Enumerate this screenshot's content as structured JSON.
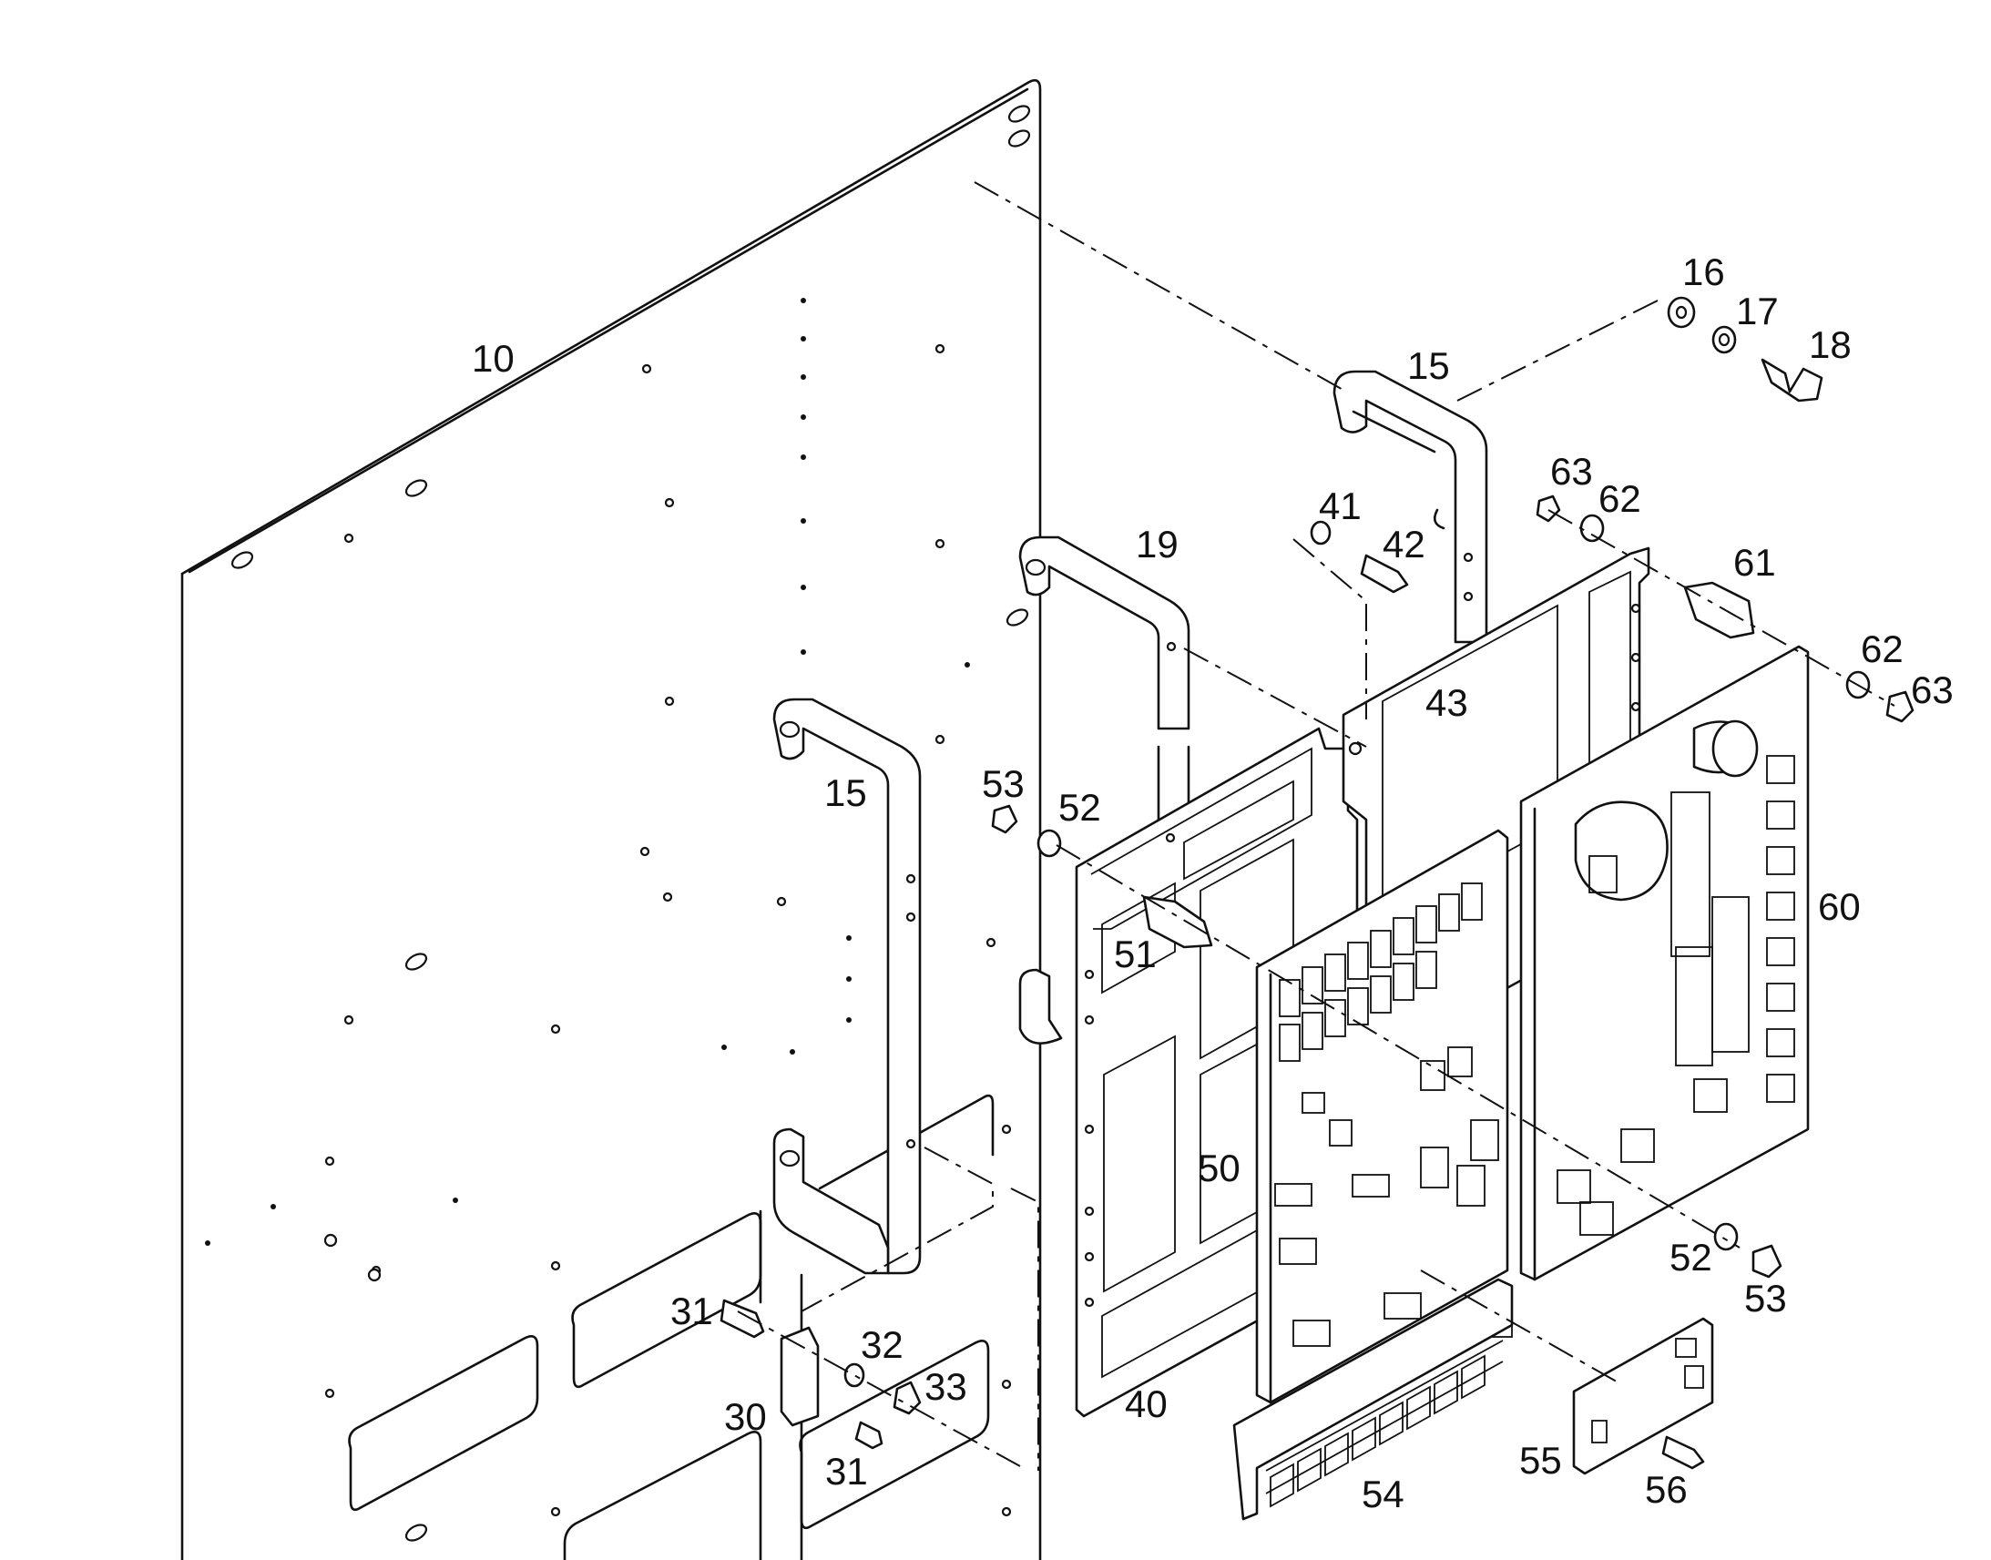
{
  "callouts": {
    "c10": "10",
    "c15a": "15",
    "c15b": "15",
    "c16": "16",
    "c17": "17",
    "c18": "18",
    "c19": "19",
    "c30": "30",
    "c31a": "31",
    "c31b": "31",
    "c32": "32",
    "c33": "33",
    "c40": "40",
    "c41": "41",
    "c42": "42",
    "c43": "43",
    "c50": "50",
    "c51": "51",
    "c52a": "52",
    "c52b": "52",
    "c53a": "53",
    "c53b": "53",
    "c54": "54",
    "c55": "55",
    "c56": "56",
    "c60": "60",
    "c61": "61",
    "c62a": "62",
    "c62b": "62",
    "c63a": "63",
    "c63b": "63"
  }
}
